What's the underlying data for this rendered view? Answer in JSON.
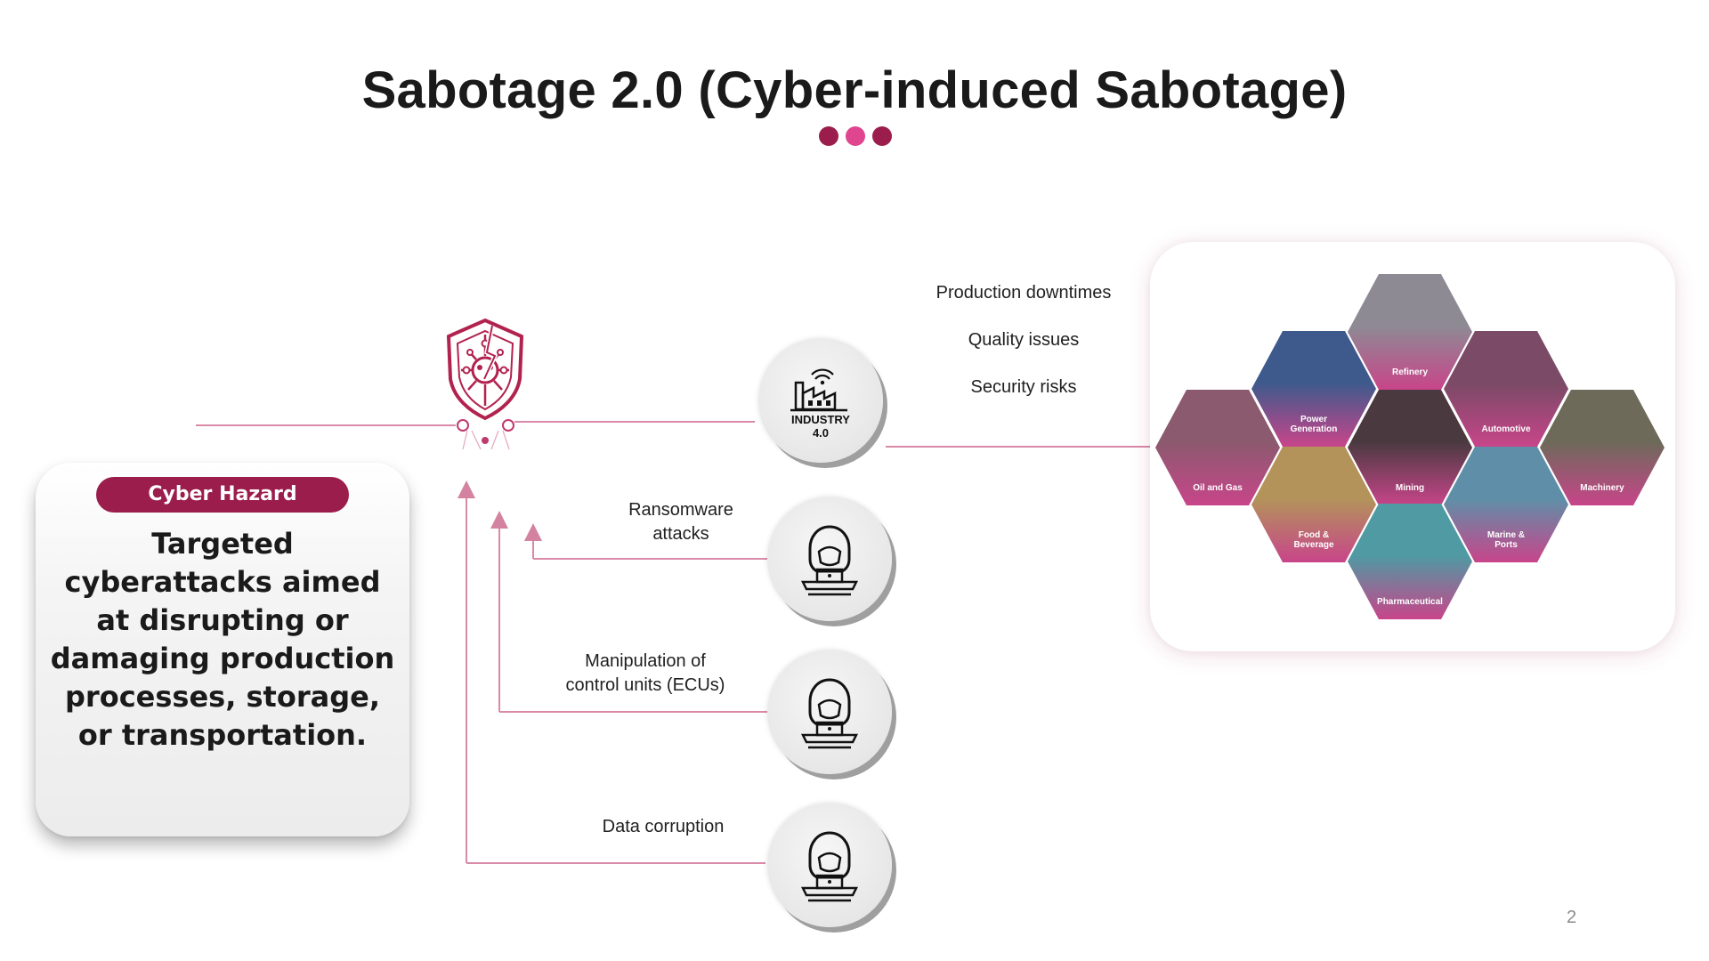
{
  "slide": {
    "title": "Sabotage 2.0 (Cyber-induced Sabotage)",
    "page_number": "2",
    "colors": {
      "accent": "#9b1d4c",
      "accent_pink": "#e0458f",
      "line": "#d98aa8"
    }
  },
  "title_dots": [
    {
      "color": "#9b1d4c"
    },
    {
      "color": "#e0458f"
    },
    {
      "color": "#9b1d4c"
    }
  ],
  "hazard": {
    "badge": "Cyber Hazard",
    "description": "Targeted cyberattacks aimed at disrupting or damaging production processes, storage, or transportation.",
    "icon": "virus-shield-icon"
  },
  "industry": {
    "label_line1": "INDUSTRY",
    "label_line2": "4.0",
    "icon": "smart-factory-icon"
  },
  "impacts": [
    "Production downtimes",
    "Quality issues",
    "Security risks"
  ],
  "attacks": [
    {
      "label_line1": "Ransomware",
      "label_line2": "attacks",
      "icon": "hacker-icon"
    },
    {
      "label_line1": "Manipulation of",
      "label_line2": "control units (ECUs)",
      "icon": "hacker-icon"
    },
    {
      "label_line1": "Data corruption",
      "label_line2": "",
      "icon": "hacker-icon"
    }
  ],
  "sectors": [
    {
      "name_line1": "Oil and Gas",
      "name_line2": "",
      "color": "#8b5a6e"
    },
    {
      "name_line1": "Power",
      "name_line2": "Generation",
      "color": "#3e5a8c"
    },
    {
      "name_line1": "Refinery",
      "name_line2": "",
      "color": "#8e8a94"
    },
    {
      "name_line1": "Automotive",
      "name_line2": "",
      "color": "#7a4a66"
    },
    {
      "name_line1": "Machinery",
      "name_line2": "",
      "color": "#6d6a5a"
    },
    {
      "name_line1": "Food &",
      "name_line2": "Beverage",
      "color": "#b3935a"
    },
    {
      "name_line1": "Mining",
      "name_line2": "",
      "color": "#4a3a40"
    },
    {
      "name_line1": "Marine &",
      "name_line2": "Ports",
      "color": "#5f8fa8"
    },
    {
      "name_line1": "Pharmaceutical",
      "name_line2": "",
      "color": "#4f9aa3"
    }
  ]
}
